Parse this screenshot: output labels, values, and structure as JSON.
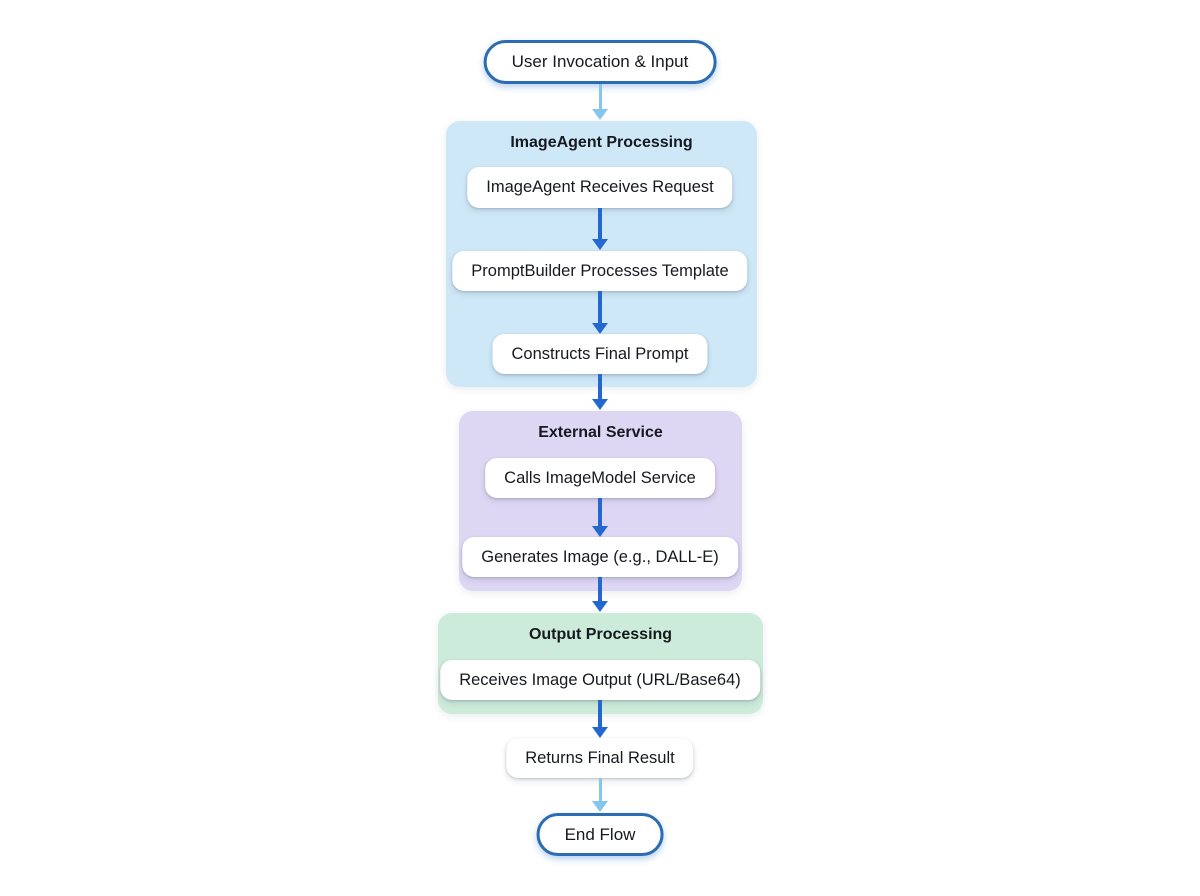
{
  "flowchart": {
    "start_node": {
      "label": "User Invocation & Input"
    },
    "subgraphs": [
      {
        "title": "ImageAgent Processing",
        "color": "#cfe8f8",
        "nodes": [
          "ImageAgent Receives Request",
          "PromptBuilder Processes Template",
          "Constructs Final Prompt"
        ]
      },
      {
        "title": "External Service",
        "color": "#ded7f4",
        "nodes": [
          "Calls ImageModel Service",
          "Generates Image (e.g., DALL-E)"
        ]
      },
      {
        "title": "Output Processing",
        "color": "#cdebda",
        "nodes": [
          "Receives Image Output (URL/Base64)"
        ]
      }
    ],
    "result_node": {
      "label": "Returns Final Result"
    },
    "end_node": {
      "label": "End Flow"
    },
    "colors": {
      "subgraph_blue": "#cfe8f8",
      "subgraph_purple": "#ded7f4",
      "subgraph_green": "#cdebda",
      "arrow_light": "#85c6ee",
      "arrow_dark": "#2468cf",
      "stadium_border": "#2b6cb2",
      "node_bg": "#ffffff",
      "text": "#16191f"
    }
  }
}
